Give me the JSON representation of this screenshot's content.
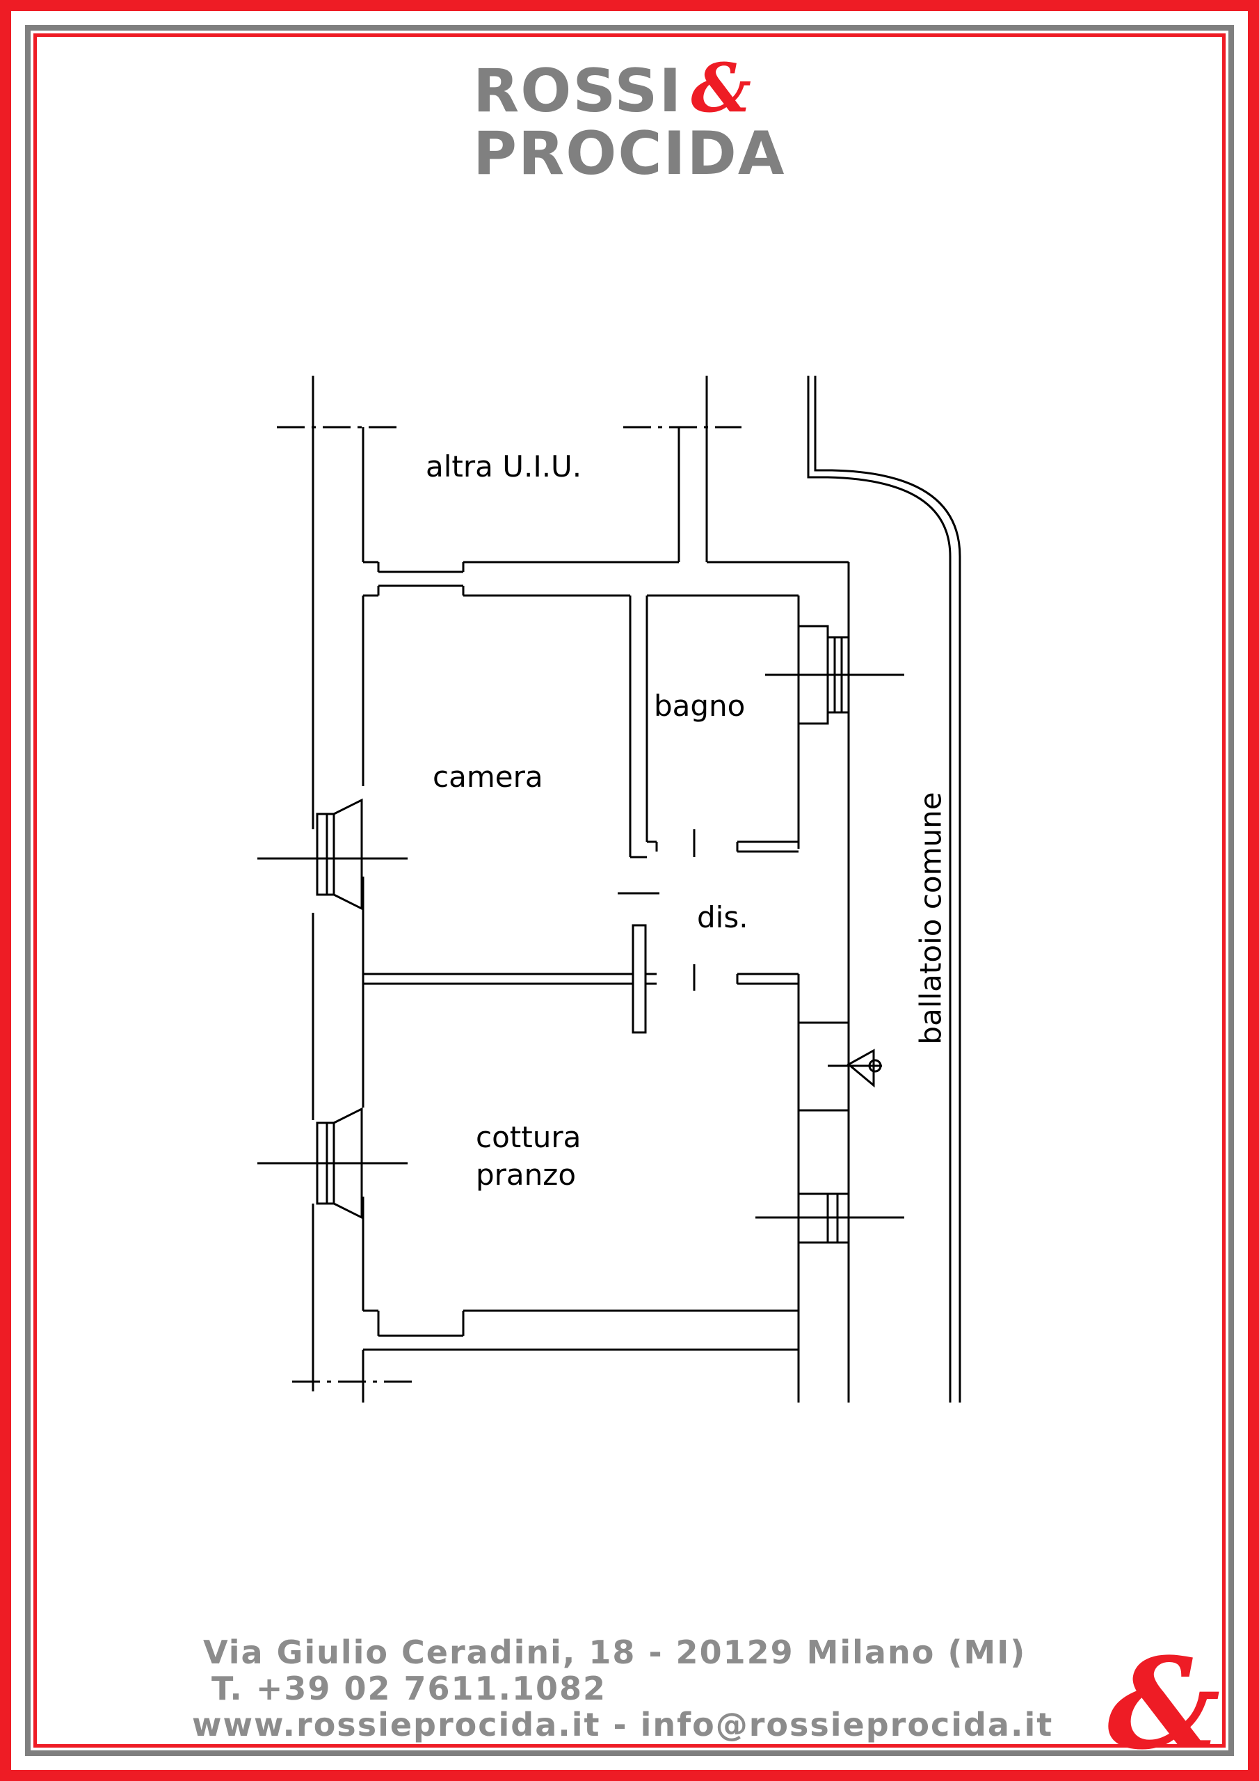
{
  "logo": {
    "line1": "ROSSI",
    "ampersand": "&",
    "line2": "PROCIDA"
  },
  "plan": {
    "rooms": {
      "altra": "altra U.I.U.",
      "bagno": "bagno",
      "camera": "camera",
      "dis": "dis.",
      "cottura": "cottura\npranzo"
    },
    "corridor": "ballatoio comune"
  },
  "footer": {
    "address": "Via Giulio Ceradini, 18 - 20129 Milano (MI)",
    "phone": "T. +39 02 7611.1082",
    "web": "www.rossieprocida.it - info@rossieprocida.it",
    "badge": "&"
  },
  "colors": {
    "accent": "#ee1c25",
    "frame": "#7f7f7f",
    "text_gray": "#8c8c8c"
  }
}
